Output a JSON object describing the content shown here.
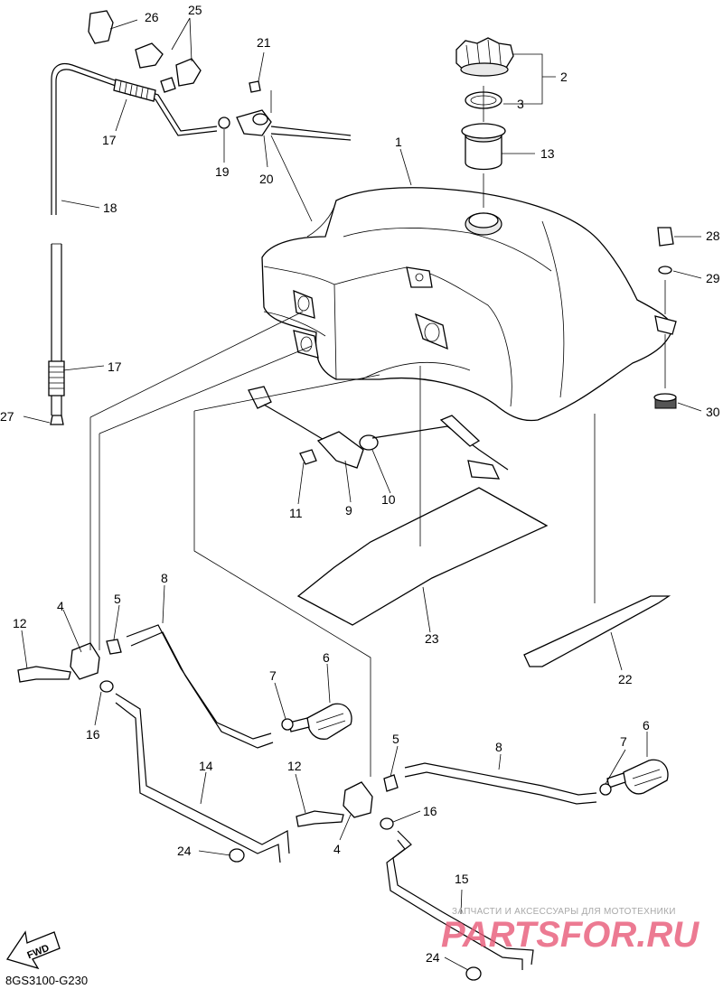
{
  "diagram_code": "8GS3100-G230",
  "fwd_label": "FWD",
  "watermark": {
    "tagline": "ЗАПЧАСТИ И АКСЕССУАРЫ ДЛЯ МОТОТЕХНИКИ",
    "logo": "PARTSFOR.RU"
  },
  "callouts": [
    {
      "id": "c26",
      "text": "26"
    },
    {
      "id": "c25",
      "text": "25"
    },
    {
      "id": "c21",
      "text": "21"
    },
    {
      "id": "c2",
      "text": "2"
    },
    {
      "id": "c3",
      "text": "3"
    },
    {
      "id": "c17a",
      "text": "17"
    },
    {
      "id": "c19",
      "text": "19"
    },
    {
      "id": "c20",
      "text": "20"
    },
    {
      "id": "c13",
      "text": "13"
    },
    {
      "id": "c1",
      "text": "1"
    },
    {
      "id": "c18",
      "text": "18"
    },
    {
      "id": "c28",
      "text": "28"
    },
    {
      "id": "c29",
      "text": "29"
    },
    {
      "id": "c17b",
      "text": "17"
    },
    {
      "id": "c27",
      "text": "27"
    },
    {
      "id": "c30",
      "text": "30"
    },
    {
      "id": "c11",
      "text": "11"
    },
    {
      "id": "c9",
      "text": "9"
    },
    {
      "id": "c10",
      "text": "10"
    },
    {
      "id": "c8a",
      "text": "8"
    },
    {
      "id": "c4a",
      "text": "4"
    },
    {
      "id": "c5a",
      "text": "5"
    },
    {
      "id": "c12a",
      "text": "12"
    },
    {
      "id": "c23",
      "text": "23"
    },
    {
      "id": "c6a",
      "text": "6"
    },
    {
      "id": "c7a",
      "text": "7"
    },
    {
      "id": "c22",
      "text": "22"
    },
    {
      "id": "c16a",
      "text": "16"
    },
    {
      "id": "c5b",
      "text": "5"
    },
    {
      "id": "c8b",
      "text": "8"
    },
    {
      "id": "c6b",
      "text": "6"
    },
    {
      "id": "c7b",
      "text": "7"
    },
    {
      "id": "c14",
      "text": "14"
    },
    {
      "id": "c12b",
      "text": "12"
    },
    {
      "id": "c16b",
      "text": "16"
    },
    {
      "id": "c4b",
      "text": "4"
    },
    {
      "id": "c24a",
      "text": "24"
    },
    {
      "id": "c15",
      "text": "15"
    },
    {
      "id": "c24b",
      "text": "24"
    }
  ]
}
